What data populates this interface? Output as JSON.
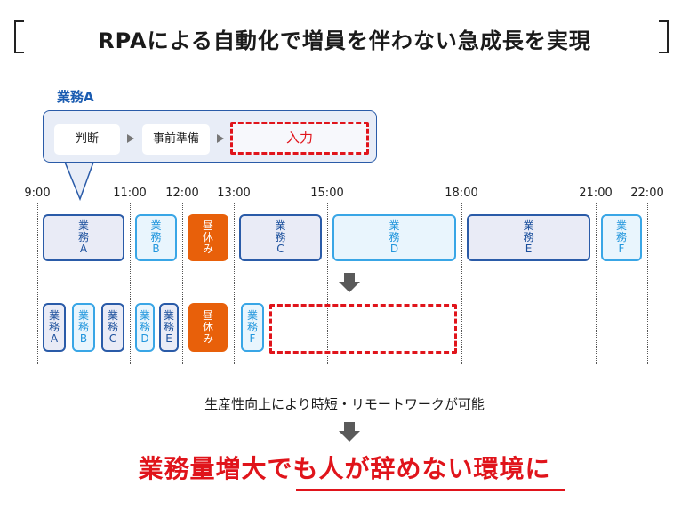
{
  "title": "RPAによる自動化で増員を伴わない急成長を実現",
  "callout": {
    "label": "業務A",
    "steps": [
      "判断",
      "事前準備",
      "入力"
    ],
    "highlighted_step": "入力"
  },
  "timeline": {
    "ticks": [
      "9:00",
      "11:00",
      "12:00",
      "13:00",
      "15:00",
      "18:00",
      "21:00",
      "22:00"
    ]
  },
  "before_row": [
    {
      "name": "業務A",
      "line1": "業",
      "line2": "務",
      "line3": "A",
      "start": "9:00",
      "end": "11:00",
      "style": "dark"
    },
    {
      "name": "業務B",
      "line1": "業",
      "line2": "務",
      "line3": "B",
      "start": "11:00",
      "end": "12:00",
      "style": "light"
    },
    {
      "name": "昼休み",
      "line1": "昼",
      "line2": "休",
      "line3": "み",
      "start": "12:00",
      "end": "13:00",
      "style": "lunch"
    },
    {
      "name": "業務C",
      "line1": "業",
      "line2": "務",
      "line3": "C",
      "start": "13:00",
      "end": "15:00",
      "style": "dark"
    },
    {
      "name": "業務D",
      "line1": "業",
      "line2": "務",
      "line3": "D",
      "start": "15:00",
      "end": "18:00",
      "style": "light"
    },
    {
      "name": "業務E",
      "line1": "業",
      "line2": "務",
      "line3": "E",
      "start": "18:00",
      "end": "21:00",
      "style": "dark"
    },
    {
      "name": "業務F",
      "line1": "業",
      "line2": "務",
      "line3": "F",
      "start": "21:00",
      "end": "22:00",
      "style": "light"
    }
  ],
  "after_row": [
    {
      "name": "業務A",
      "line1": "業",
      "line2": "務",
      "line3": "A",
      "style": "dark"
    },
    {
      "name": "業務B",
      "line1": "業",
      "line2": "務",
      "line3": "B",
      "style": "light"
    },
    {
      "name": "業務C",
      "line1": "業",
      "line2": "務",
      "line3": "C",
      "style": "dark"
    },
    {
      "name": "業務D",
      "line1": "業",
      "line2": "務",
      "line3": "D",
      "style": "light"
    },
    {
      "name": "業務E",
      "line1": "業",
      "line2": "務",
      "line3": "E",
      "style": "dark"
    },
    {
      "name": "昼休み",
      "line1": "昼",
      "line2": "休",
      "line3": "み",
      "style": "lunch"
    },
    {
      "name": "業務F",
      "line1": "業",
      "line2": "務",
      "line3": "F",
      "style": "light"
    }
  ],
  "subtitle": "生産性向上により時短・リモートワークが可能",
  "conclusion": "業務量増大でも人が辞めない環境に",
  "colors": {
    "accent_red": "#e0141b",
    "dark_blue": "#2a5ba8",
    "light_blue": "#39a6e6",
    "lunch_orange": "#e8600a"
  }
}
